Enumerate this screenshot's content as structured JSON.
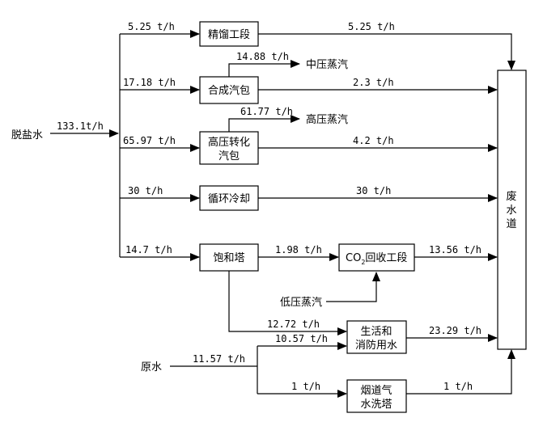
{
  "inputs": {
    "desalted_water": "脱盐水",
    "desalted_flow": "133.1t/h",
    "raw_water": "原水",
    "raw_flow": "11.57 t/h"
  },
  "nodes": {
    "rectification": "精馏工段",
    "synthesis_drum": "合成汽包",
    "hp_shift_drum_line1": "高压转化",
    "hp_shift_drum_line2": "汽包",
    "cooling": "循环冷却",
    "saturation_tower": "饱和塔",
    "co2_recovery_prefix": "CO",
    "co2_recovery_sub": "2",
    "co2_recovery_suffix": "回收工段",
    "domestic_line1": "生活和",
    "domestic_line2": "消防用水",
    "flue_gas_line1": "烟道气",
    "flue_gas_line2": "水洗塔",
    "wastewater_line1": "废",
    "wastewater_line2": "水",
    "wastewater_line3": "道"
  },
  "steam": {
    "medium_pressure": "中压蒸汽",
    "high_pressure": "高压蒸汽",
    "low_pressure": "低压蒸汽"
  },
  "flows": {
    "to_rectification": "5.25 t/h",
    "rectification_out": "5.25 t/h",
    "to_synthesis": "17.18 t/h",
    "synthesis_steam": "14.88 t/h",
    "synthesis_out": "2.3 t/h",
    "to_hp_shift": "65.97 t/h",
    "hp_shift_steam": "61.77 t/h",
    "hp_shift_out": "4.2 t/h",
    "to_cooling": "30 t/h",
    "cooling_out": "30 t/h",
    "to_saturation": "14.7 t/h",
    "saturation_to_co2": "1.98 t/h",
    "co2_out": "13.56 t/h",
    "saturation_to_domestic": "12.72 t/h",
    "raw_to_domestic": "10.57 t/h",
    "domestic_out": "23.29 t/h",
    "raw_to_flue": "1 t/h",
    "flue_out": "1 t/h"
  }
}
